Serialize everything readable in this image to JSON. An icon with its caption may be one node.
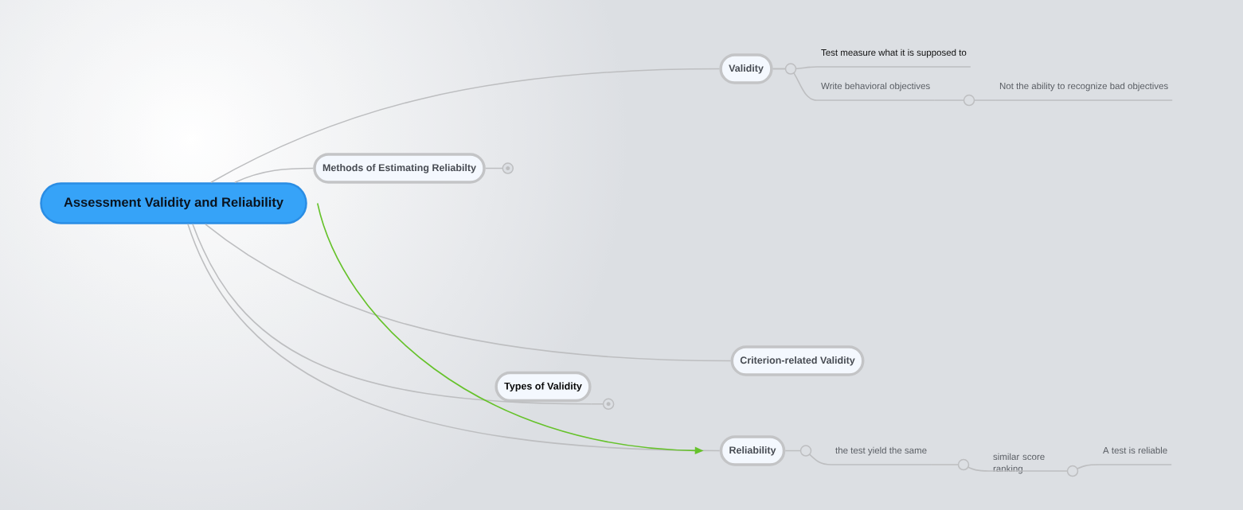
{
  "diagram": {
    "nodes": [
      {
        "text": [
          "Assessment Validity and Reliability"
        ]
      },
      {
        "text": [
          "Validity"
        ]
      },
      {
        "text": [
          "Test measure what it is supposed to"
        ]
      },
      {
        "text": [
          "Write behavioral objectives"
        ]
      },
      {
        "text": [
          "Not the ability to recognize bad objectives"
        ]
      },
      {
        "text": [
          "Methods of Estimating Reliabilty"
        ]
      },
      {
        "text": [
          "Criterion-related Validity"
        ]
      },
      {
        "text": [
          "Types of Validity"
        ]
      },
      {
        "text": [
          "Reliability"
        ]
      },
      {
        "text": [
          "the test yield the same"
        ]
      },
      {
        "text": [
          "similar score ranking"
        ]
      },
      {
        "text": [
          "A test is reliable"
        ]
      }
    ],
    "edges": [
      {
        "from": 0,
        "to": 1,
        "arrow": "none"
      },
      {
        "from": 0,
        "to": 5,
        "arrow": "none"
      },
      {
        "from": 0,
        "to": 6,
        "arrow": "none"
      },
      {
        "from": 0,
        "to": 7,
        "arrow": "none"
      },
      {
        "from": 0,
        "to": 8,
        "arrow": "none"
      },
      {
        "from": 1,
        "to": 2,
        "arrow": "none"
      },
      {
        "from": 1,
        "to": 3,
        "arrow": "none"
      },
      {
        "from": 3,
        "to": 4,
        "arrow": "none"
      },
      {
        "from": 8,
        "to": 9,
        "arrow": "none"
      },
      {
        "from": 9,
        "to": 10,
        "arrow": "none"
      },
      {
        "from": 10,
        "to": 11,
        "arrow": "none"
      },
      {
        "from": 0,
        "to": 8,
        "arrow": "to",
        "color": "#66c22b"
      }
    ]
  }
}
